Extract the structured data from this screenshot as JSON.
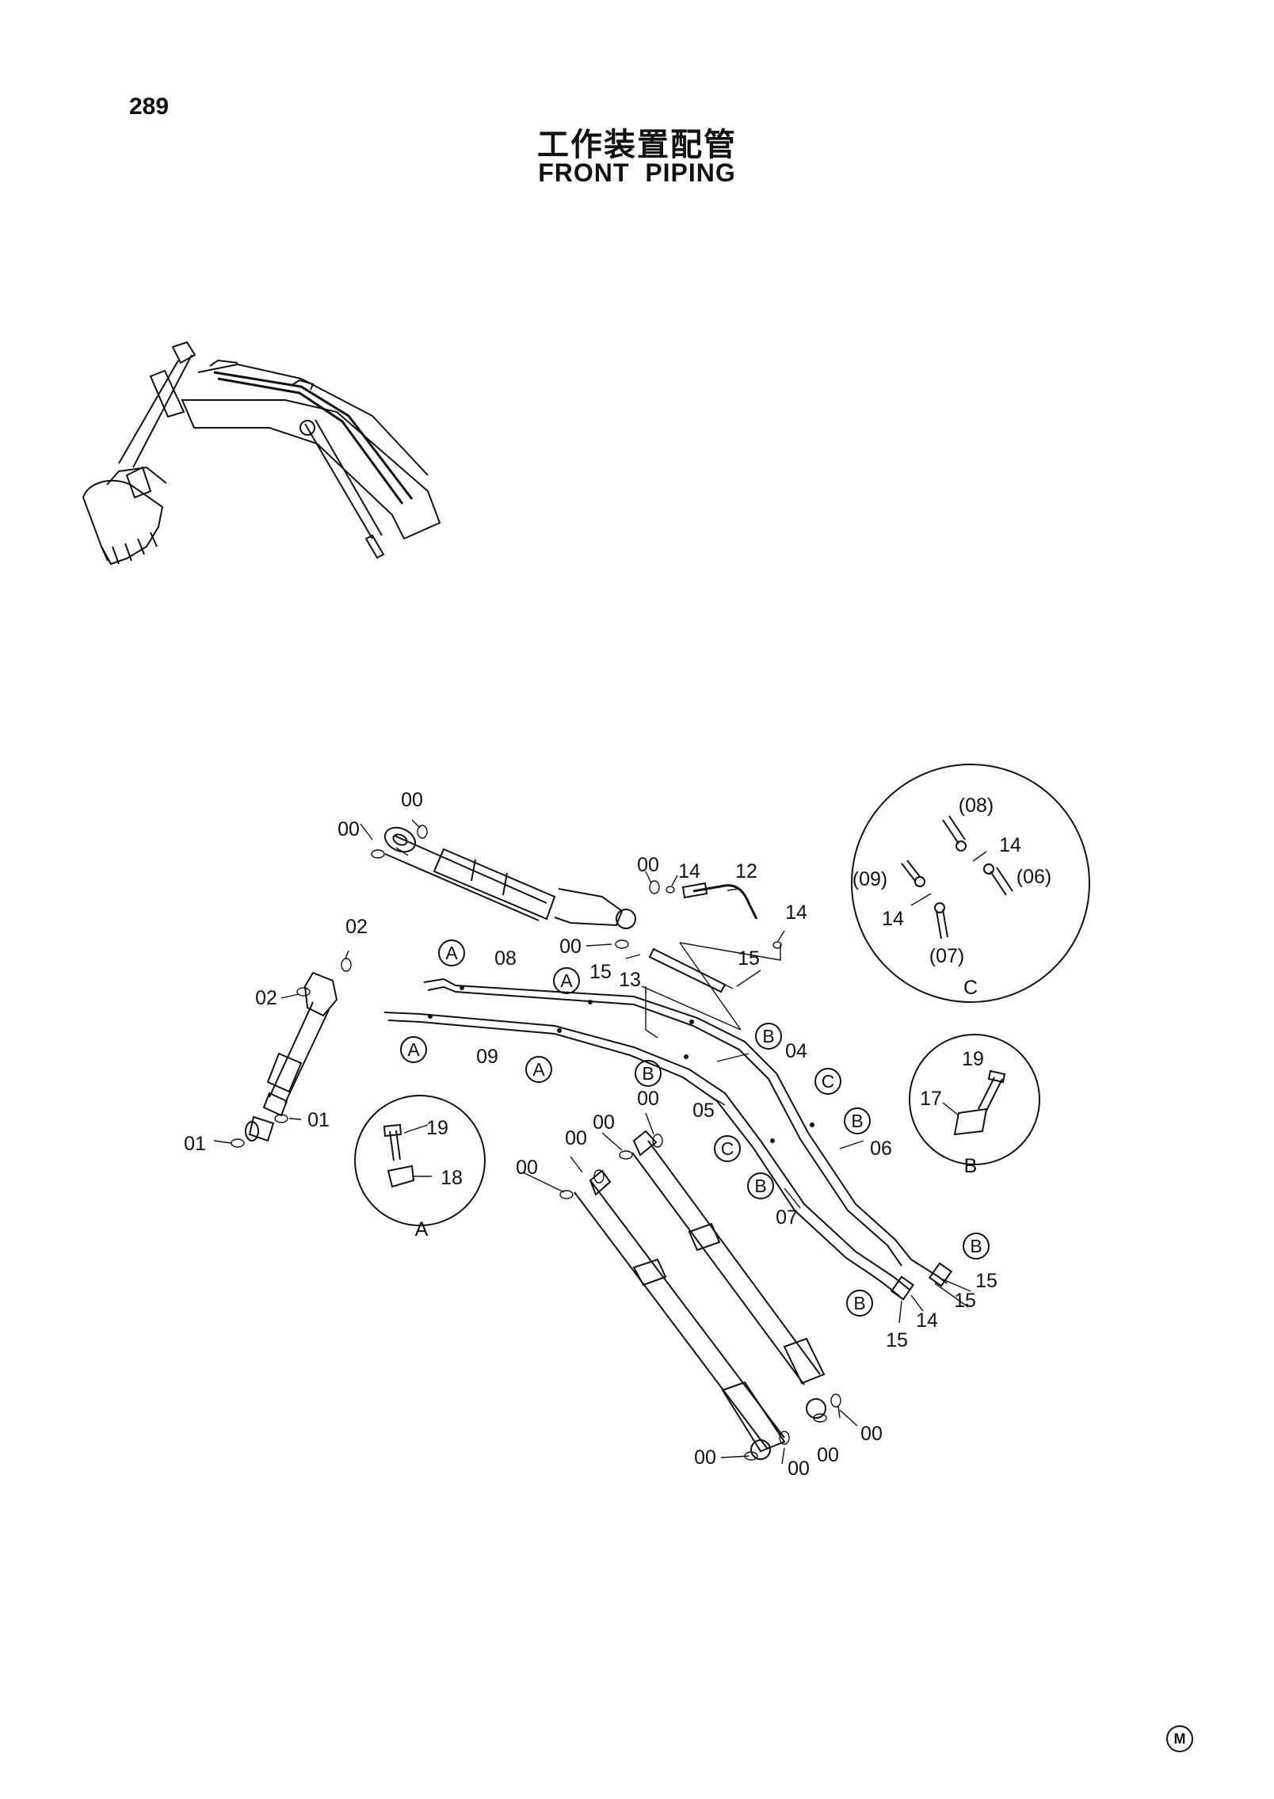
{
  "page_number": "289",
  "title_cn": "工作装置配管",
  "title_en": "FRONT PIPING",
  "brand_mark": "M",
  "callouts": {
    "c00": "00",
    "c01": "01",
    "c02": "02",
    "c04": "04",
    "c05": "05",
    "c06": "06",
    "c07": "07",
    "c08": "08",
    "c09": "09",
    "c12": "12",
    "c13": "13",
    "c14": "14",
    "c15": "15",
    "c17": "17",
    "c18": "18",
    "c19": "19",
    "p06": "(06)",
    "p07": "(07)",
    "p08": "(08)",
    "p09": "(09)"
  },
  "markers": {
    "a": "A",
    "b": "B",
    "c": "C"
  },
  "detail_views": {
    "a_caption": "A",
    "b_caption": "B",
    "c_caption": "C"
  }
}
